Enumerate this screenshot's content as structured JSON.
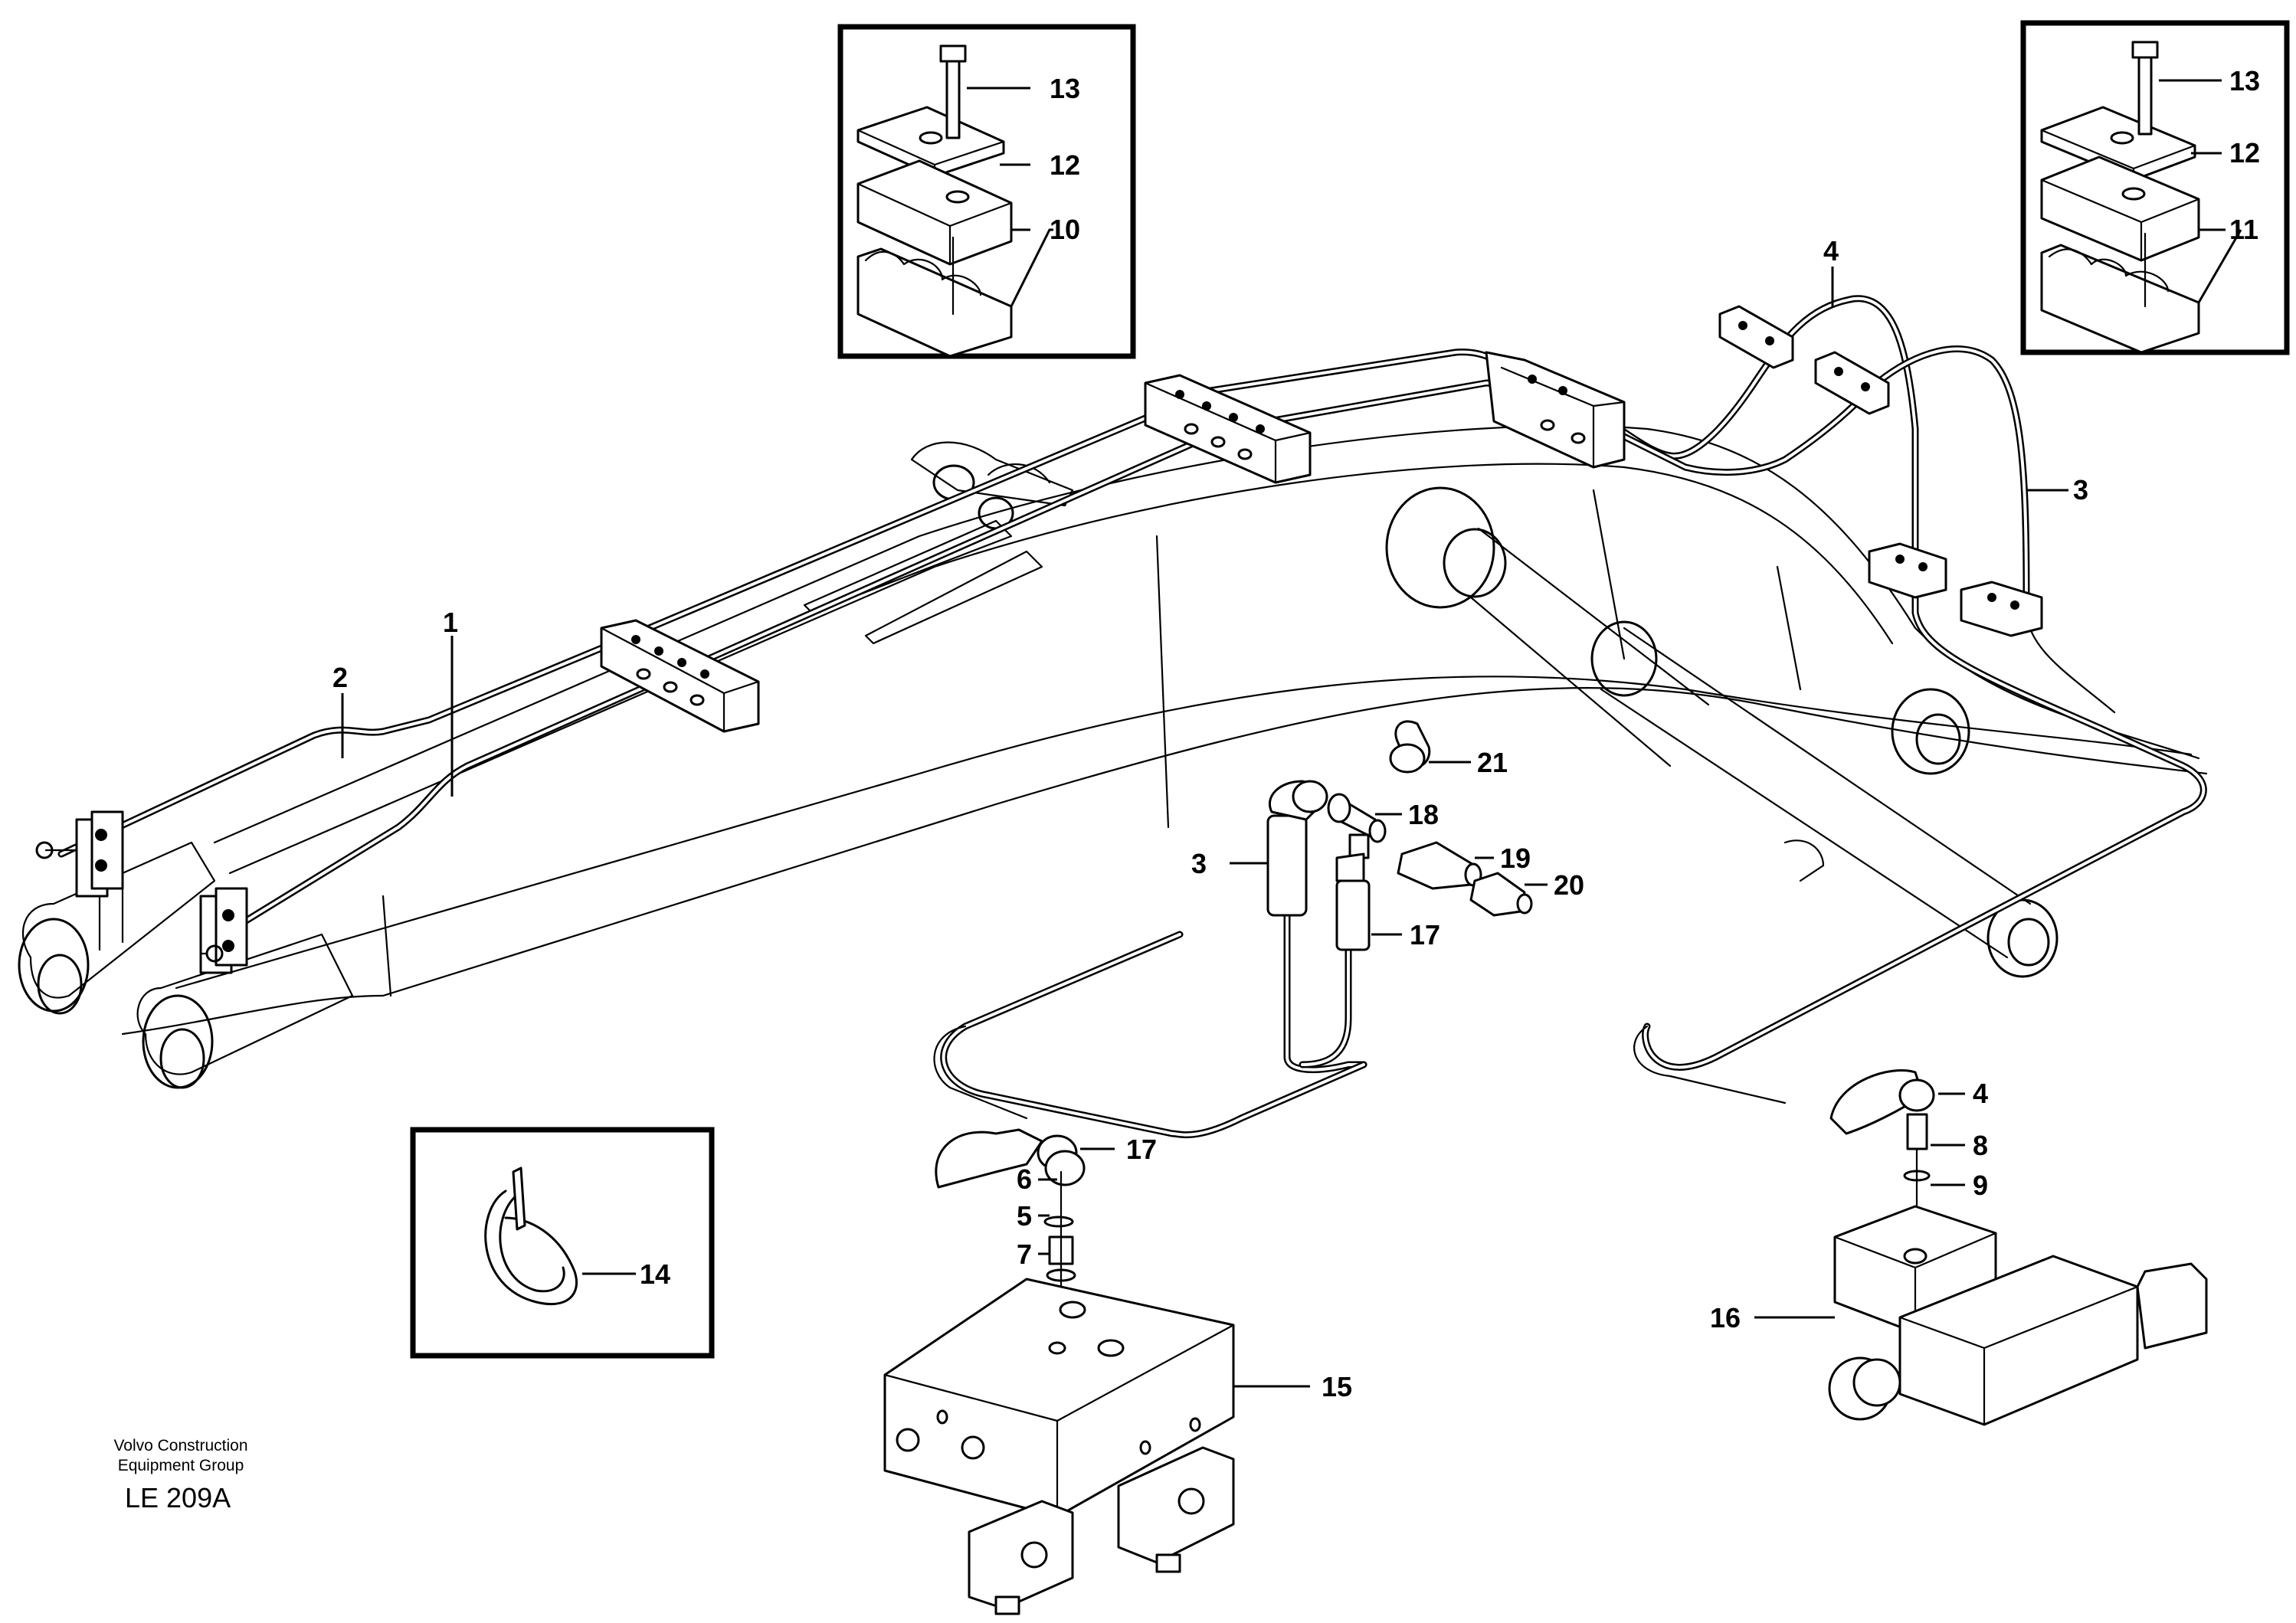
{
  "diagram": {
    "footer": {
      "company_line1": "Volvo Construction",
      "company_line2": "Equipment Group",
      "code": "LE 209A"
    },
    "callouts": [
      {
        "id": "c1",
        "label": "1"
      },
      {
        "id": "c2",
        "label": "2"
      },
      {
        "id": "c3a",
        "label": "3"
      },
      {
        "id": "c3b",
        "label": "3"
      },
      {
        "id": "c4a",
        "label": "4"
      },
      {
        "id": "c4b",
        "label": "4"
      },
      {
        "id": "c5",
        "label": "5"
      },
      {
        "id": "c6",
        "label": "6"
      },
      {
        "id": "c7",
        "label": "7"
      },
      {
        "id": "c8",
        "label": "8"
      },
      {
        "id": "c9",
        "label": "9"
      },
      {
        "id": "c10",
        "label": "10"
      },
      {
        "id": "c11",
        "label": "11"
      },
      {
        "id": "c12a",
        "label": "12"
      },
      {
        "id": "c12b",
        "label": "12"
      },
      {
        "id": "c13a",
        "label": "13"
      },
      {
        "id": "c13b",
        "label": "13"
      },
      {
        "id": "c14",
        "label": "14"
      },
      {
        "id": "c15",
        "label": "15"
      },
      {
        "id": "c16",
        "label": "16"
      },
      {
        "id": "c17a",
        "label": "17"
      },
      {
        "id": "c17b",
        "label": "17"
      },
      {
        "id": "c18",
        "label": "18"
      },
      {
        "id": "c19",
        "label": "19"
      },
      {
        "id": "c20",
        "label": "20"
      },
      {
        "id": "c21",
        "label": "21"
      }
    ]
  }
}
